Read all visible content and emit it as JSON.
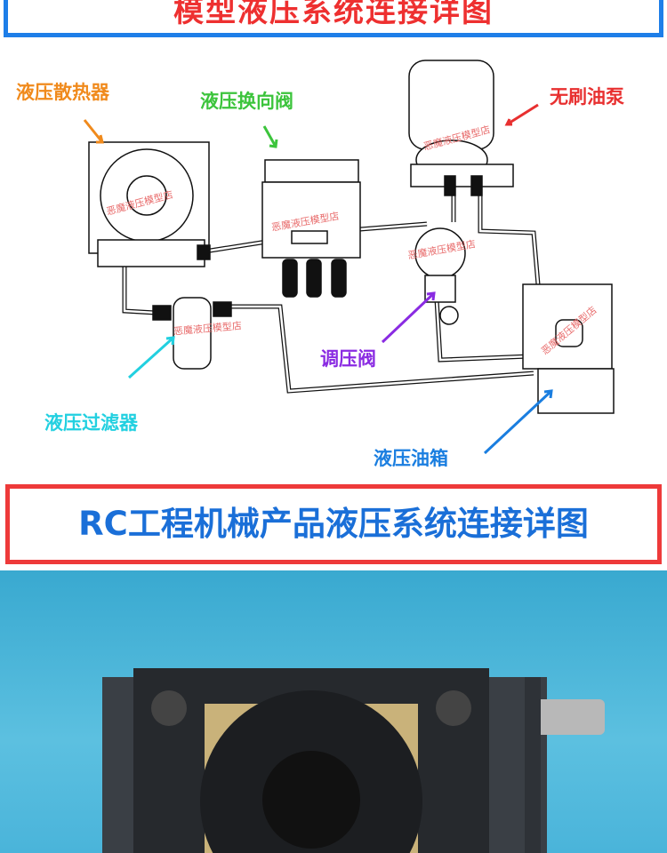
{
  "header": {
    "title": "模型液压系统连接详图"
  },
  "diagram": {
    "labels": {
      "radiator": "液压散热器",
      "valve": "液压换向阀",
      "pump": "无刷油泵",
      "relief_valve": "调压阀",
      "filter": "液压过滤器",
      "tank": "液压油箱"
    },
    "watermark": "恶魔液压模型店",
    "colors": {
      "radiator": "#f08a1c",
      "valve": "#3cc43c",
      "pump": "#e83030",
      "relief_valve": "#8a2be2",
      "filter": "#22d0e0",
      "tank": "#1a7ee0"
    }
  },
  "section2": {
    "title": "RC工程机械产品液压系统连接详图"
  }
}
